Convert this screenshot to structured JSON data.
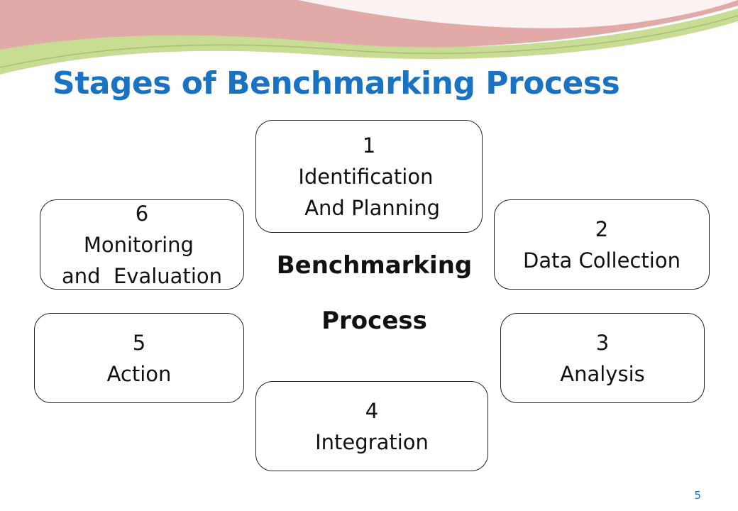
{
  "slide": {
    "title": "Stages of Benchmarking Process",
    "page_number": "5"
  },
  "center_label": {
    "line1": "Benchmarking",
    "line2": "Process"
  },
  "stages": [
    {
      "number": "1",
      "lines": [
        "Identification ",
        " And Planning"
      ]
    },
    {
      "number": "2",
      "lines": [
        "Data Collection"
      ]
    },
    {
      "number": "3",
      "lines": [
        "Analysis"
      ]
    },
    {
      "number": "4",
      "lines": [
        "Integration"
      ]
    },
    {
      "number": "5",
      "lines": [
        "Action"
      ]
    },
    {
      "number": "6",
      "lines": [
        "Monitoring ",
        "and  Evaluation"
      ]
    }
  ],
  "colors": {
    "title": "#1a73c2",
    "banner_pink": "#e2a9a9",
    "banner_green": "#c5d78d",
    "box_border": "#222222"
  }
}
